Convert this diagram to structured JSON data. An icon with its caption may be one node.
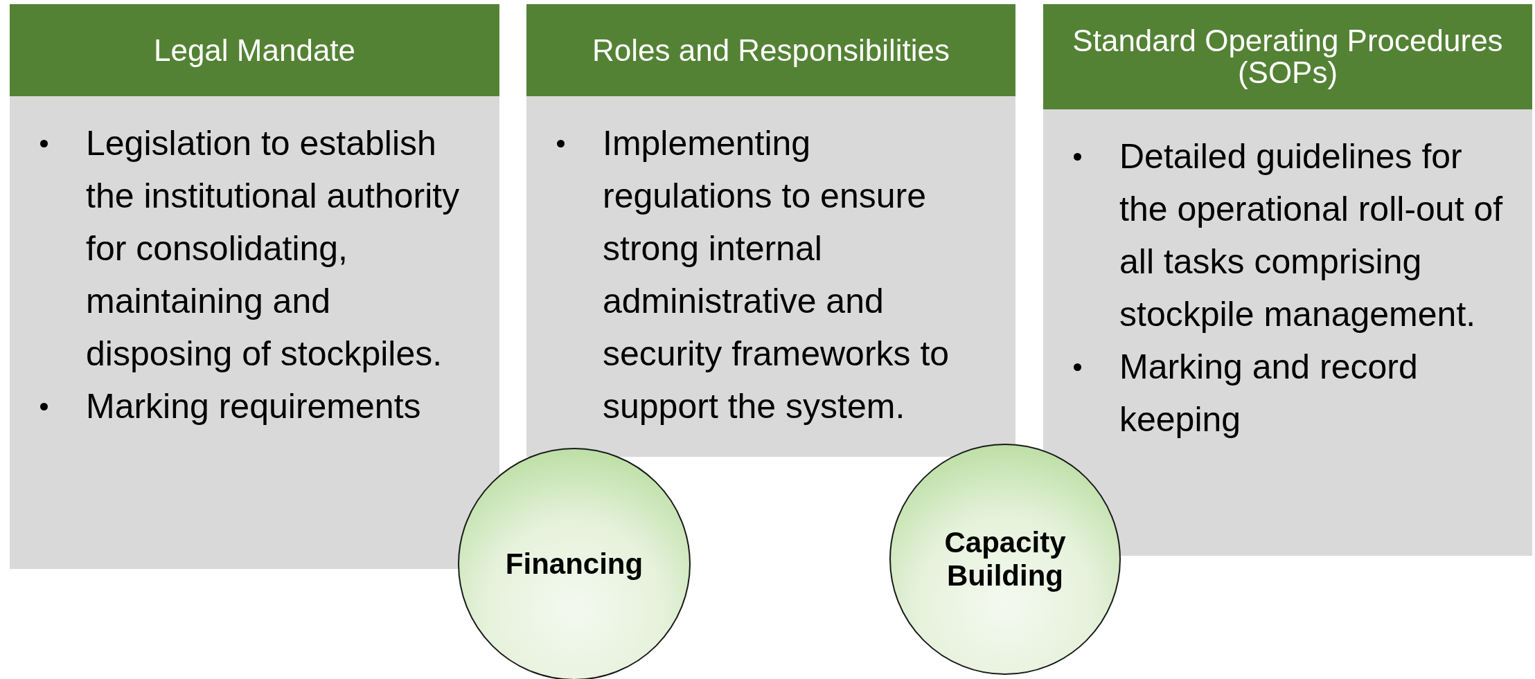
{
  "diagram": {
    "nodes": [
      {
        "text": [
          "Legal Mandate",
          "Legislation to establish the institutional authority for consolidating, maintaining and disposing of stockpiles.",
          "Marking requirements"
        ]
      },
      {
        "text": [
          "Roles and Responsibilities",
          "Implementing regulations to ensure strong internal administrative and security frameworks to support the system."
        ]
      },
      {
        "text": [
          "Standard Operating Procedures (SOPs)",
          "Detailed guidelines for the operational roll-out of all tasks comprising stockpile management.",
          "Marking and record keeping"
        ]
      },
      {
        "text": [
          "Financing"
        ]
      },
      {
        "text": [
          "Capacity Building"
        ]
      }
    ]
  }
}
